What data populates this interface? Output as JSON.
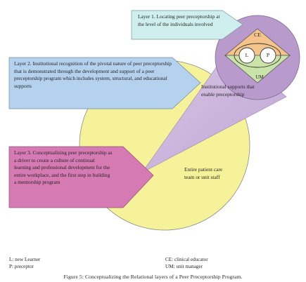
{
  "layers": {
    "layer1": "Layer 1. Locating peer preceptorship at the level of the individuals involved",
    "layer2": "Layer 2. Institutional recognition of the pivotal nature of peer preceptorship that is demonstrated through the development and support of a peer preceptorship program which includes system, structural, and educational supports",
    "layer3": "Layer 3. Conceptualizing peer preceptorship as a driver to create a culture of continual learning and professional development for the entire workplace, and the first step in building a mentorship program"
  },
  "diagram_labels": {
    "ce": "CE",
    "um": "UM",
    "l": "L",
    "p": "P",
    "institutional": "Institutional supports that enable preceptorship",
    "entire": "Entire patient care team or unit staff"
  },
  "legend": {
    "l": "L: new Learner",
    "p": "P: preceptor",
    "ce": "CE: clinical educator",
    "um": "UM: unit manager"
  },
  "caption": "Figure 5: Conceptualizing the Relational layers of a Peer Preceptorship Program.",
  "colors": {
    "yellow_circle": "#f5f29a",
    "purple_circle": "#b89bcc",
    "cone": "#ccb8dc",
    "orange_diamond": "#f4c48a",
    "green_diamond": "#c9e3a8",
    "layer1_arrow": "#cfeeee",
    "layer2_arrow": "#b4d2ee",
    "layer3_arrow": "#d67ab4",
    "outline": "#6b6b6b"
  }
}
